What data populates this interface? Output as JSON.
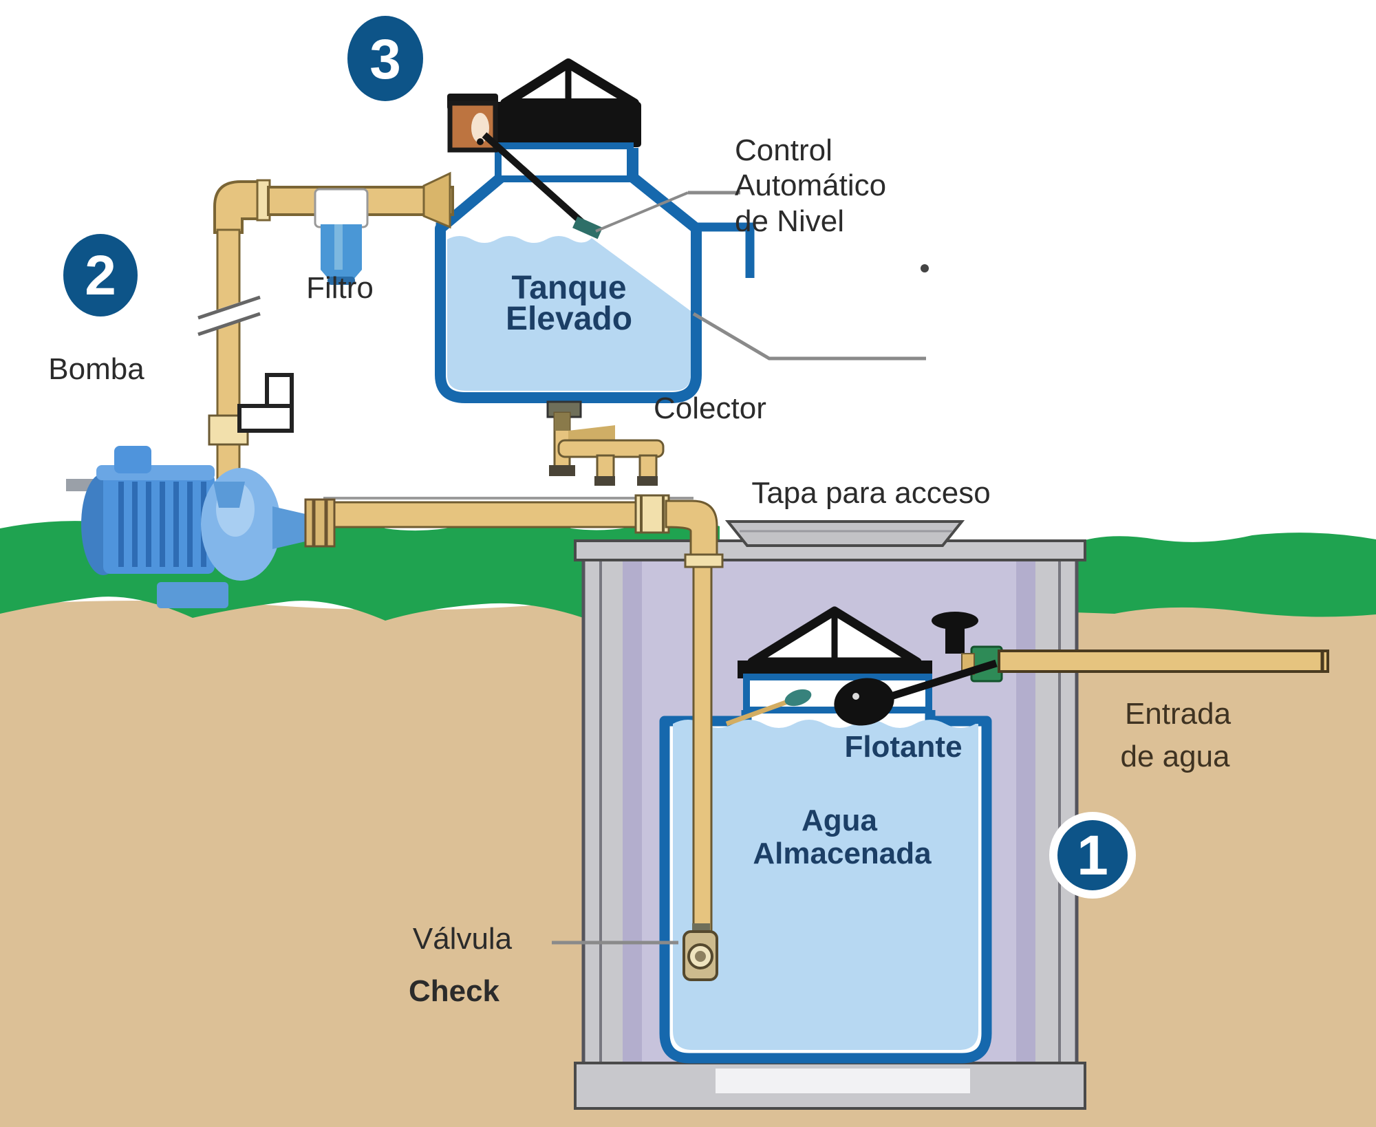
{
  "diagram_type": "water-storage-and-pumping-system",
  "labels": {
    "control": [
      "Control",
      "Automático",
      "de Nivel"
    ],
    "tanque": [
      "Tanque",
      "Elevado"
    ],
    "filtro": "Filtro",
    "bomba": "Bomba",
    "colector": "Colector",
    "tapa": "Tapa para acceso",
    "flotante": "Flotante",
    "agua": [
      "Agua",
      "Almacenada"
    ],
    "entrada": [
      "Entrada",
      "de agua"
    ],
    "valvula": [
      "Válvula",
      "Check"
    ]
  },
  "badges": {
    "cisterna": "1",
    "bomba": "2",
    "tanque_elevado": "3"
  },
  "colors": {
    "badge-blue": "#0d5488",
    "tank-blue": "#1668ad",
    "water": "#b7d8f2",
    "pipe-gold": "#e6c47f",
    "pipe-light": "#f2e0ac",
    "grass": "#1fa350",
    "soil": "#dcc096",
    "concrete": "#c8c8cc",
    "interior": "#c7c3dc",
    "label-dark": "#2b2b2b",
    "label-navy": "#1c3f66",
    "label-brown": "#3f3322"
  }
}
